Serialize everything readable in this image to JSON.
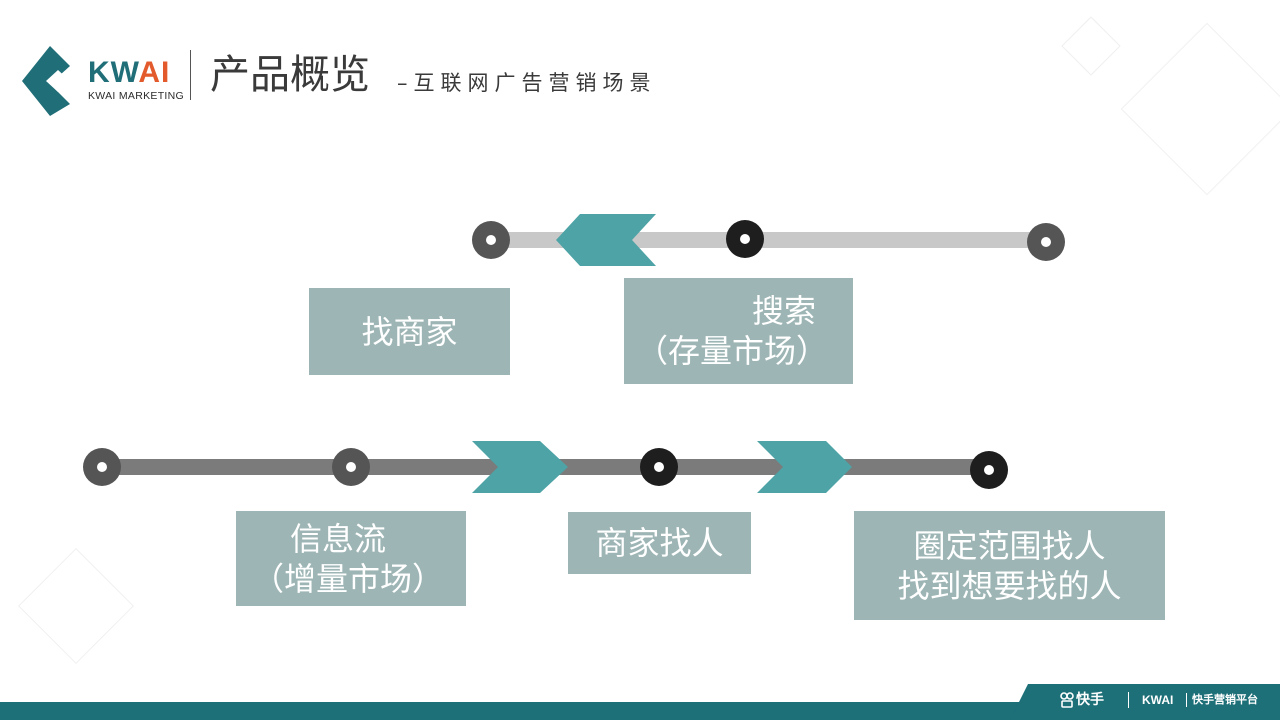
{
  "header": {
    "logo_text_main": "KW",
    "logo_text_accent": "AI",
    "logo_subtext": "KWAI MARKETING",
    "title": "产品概览",
    "subtitle": "–互联网广告营销场景"
  },
  "diagram": {
    "top_labels": [
      {
        "lines": [
          "找商家"
        ]
      },
      {
        "lines": [
          "搜索",
          "（存量市场）"
        ]
      }
    ],
    "bottom_labels": [
      {
        "lines": [
          "信息流",
          "（增量市场）"
        ]
      },
      {
        "lines": [
          "商家找人"
        ]
      },
      {
        "lines": [
          "圈定范围找人",
          "找到想要找的人"
        ]
      }
    ]
  },
  "footer": {
    "brand": "快手",
    "kwai": "KWAI",
    "platform": "快手营销平台"
  },
  "colors": {
    "teal": "#4ea3a6",
    "label_box": "#9eb5b5",
    "footer": "#1d6f78",
    "logo_orange": "#e35b2c"
  }
}
